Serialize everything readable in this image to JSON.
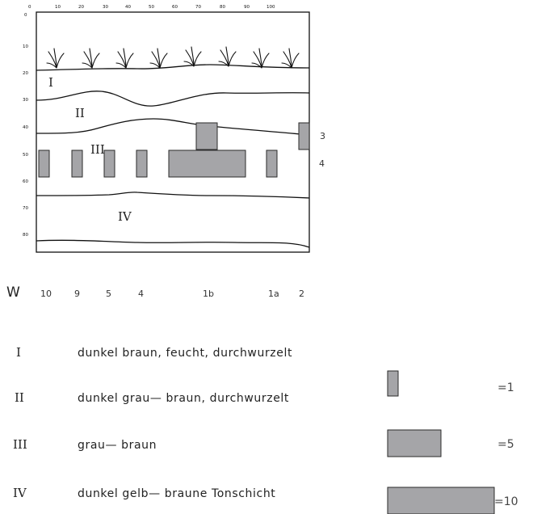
{
  "x_ticks": [
    "0",
    "10",
    "20",
    "30",
    "40",
    "50",
    "60",
    "70",
    "80",
    "90",
    "100"
  ],
  "y_ticks": [
    "0",
    "10",
    "20",
    "30",
    "40",
    "50",
    "60",
    "70",
    "80"
  ],
  "layer_labels": [
    "I",
    "II",
    "III",
    "IV"
  ],
  "side_labels": [
    "3",
    "4"
  ],
  "w_row": {
    "letter": "W",
    "values": [
      "10",
      "9",
      "5",
      "4",
      "1b",
      "1a",
      "2"
    ]
  },
  "legend": {
    "rows": [
      {
        "numeral": "I",
        "text": "dunkel braun, feucht, durchwurzelt"
      },
      {
        "numeral": "II",
        "text": "dunkel grau— braun, durchwurzelt"
      },
      {
        "numeral": "III",
        "text": "grau— braun"
      },
      {
        "numeral": "IV",
        "text": "dunkel gelb— braune Tonschicht"
      }
    ],
    "scale": [
      "=1",
      "=5",
      "=10"
    ]
  },
  "colors": {
    "box_fill": "#a5a5a8",
    "line": "#111111"
  }
}
